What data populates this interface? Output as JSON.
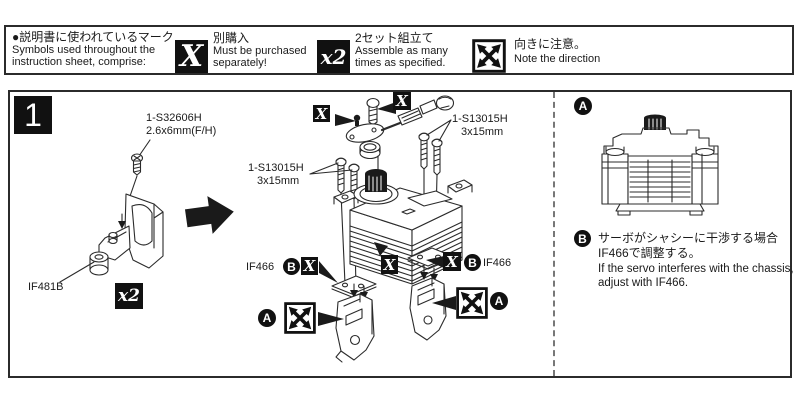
{
  "colors": {
    "ink": "#1a1a1a",
    "paper": "#ffffff"
  },
  "legend": {
    "intro_jp": "●説明書に使われているマーク",
    "intro_en1": "Symbols used throughout the",
    "intro_en2": "instruction sheet, comprise:",
    "x_symbol": {
      "glyph": "X",
      "jp": "別購入",
      "en1": "Must be purchased",
      "en2": "separately!"
    },
    "x2_symbol": {
      "glyph": "x2",
      "jp": "2セット組立て",
      "en1": "Assemble as many",
      "en2": "times as specified."
    },
    "direction_symbol": {
      "jp": "向きに注意。",
      "en": "Note the direction"
    }
  },
  "step": {
    "number": "1",
    "screw1_label1": "1-S32606H",
    "screw1_label2": "2.6x6mm(F/H)",
    "part_left_label": "IF481B",
    "quantity_badge": "x2",
    "screw2_left_label1": "1-S13015H",
    "screw2_left_label2": "3x15mm",
    "screw2_right_label1": "1-S13015H",
    "screw2_right_label2": "3x15mm",
    "plate_left_label": "IF466",
    "plate_right_label": "IF466",
    "x_glyph": "X",
    "callout_a": "A",
    "callout_b": "B"
  },
  "note": {
    "jp1": "サーボがシャシーに干渉する場合",
    "jp2": "IF466で調整する。",
    "en1": "If the servo interferes with the chassis,",
    "en2": "adjust with IF466."
  }
}
